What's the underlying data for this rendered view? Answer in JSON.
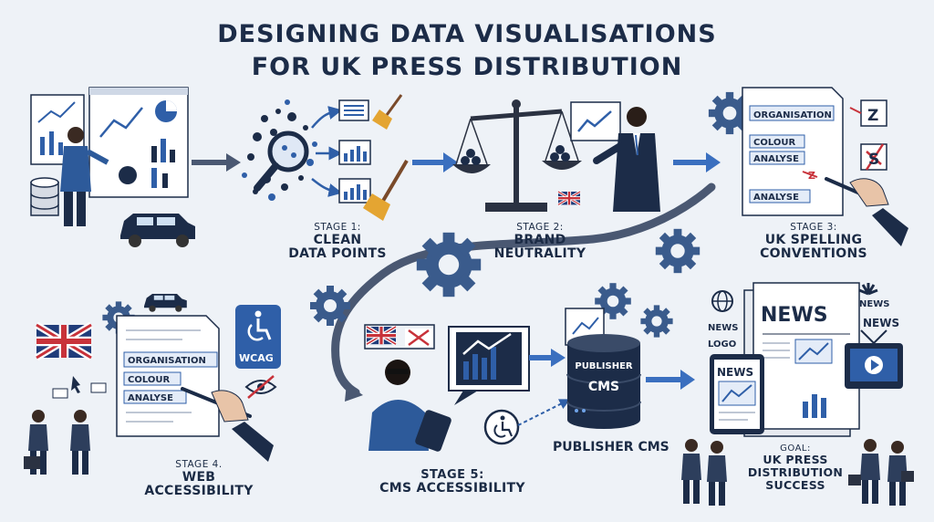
{
  "title": {
    "line1": "DESIGNING DATA VISUALISATIONS",
    "line2": "FOR UK PRESS DISTRIBUTION"
  },
  "stages": [
    {
      "num": "STAGE 1:",
      "name": "CLEAN",
      "name2": "DATA POINTS"
    },
    {
      "num": "STAGE 2:",
      "name": "BRAND",
      "name2": "NEUTRALITY"
    },
    {
      "num": "STAGE 3:",
      "name": "UK SPELLING",
      "name2": "CONVENTIONS"
    },
    {
      "num": "STAGE 4.",
      "name": "WEB",
      "name2": "ACCESSIBILITY"
    },
    {
      "num": "STAGE 5:",
      "name": "CMS ACCESSIBILITY"
    }
  ],
  "goal": {
    "num": "GOAL:",
    "line1": "UK PRESS",
    "line2": "DISTRIBUTION",
    "line3": "SUCCESS"
  },
  "words": {
    "organisation": "ORGANISATION",
    "colour": "COLOUR",
    "analyse": "ANALYSE",
    "wcag": "WCAG",
    "publisher": "PUBLISHER",
    "cms": "CMS",
    "publisher_cms": "PUBLISHER CMS",
    "news": "NEWS",
    "logo": "LOGO",
    "z": "Z",
    "s": "S"
  },
  "colors": {
    "navy": "#1c2c48",
    "blue": "#2f5fa8",
    "gear": "#3a5b8c",
    "red": "#c8323a",
    "paper": "#ffffff",
    "bg": "#eef2f7"
  },
  "icons": [
    "gear-icon",
    "magnifier-icon",
    "broom-icon",
    "scales-icon",
    "uk-flag-icon",
    "accessibility-icon",
    "eye-slash-icon",
    "taxi-icon",
    "database-icon",
    "newspaper-icon",
    "tablet-icon",
    "video-icon",
    "globe-icon",
    "pen-icon",
    "puzzle-icon"
  ]
}
